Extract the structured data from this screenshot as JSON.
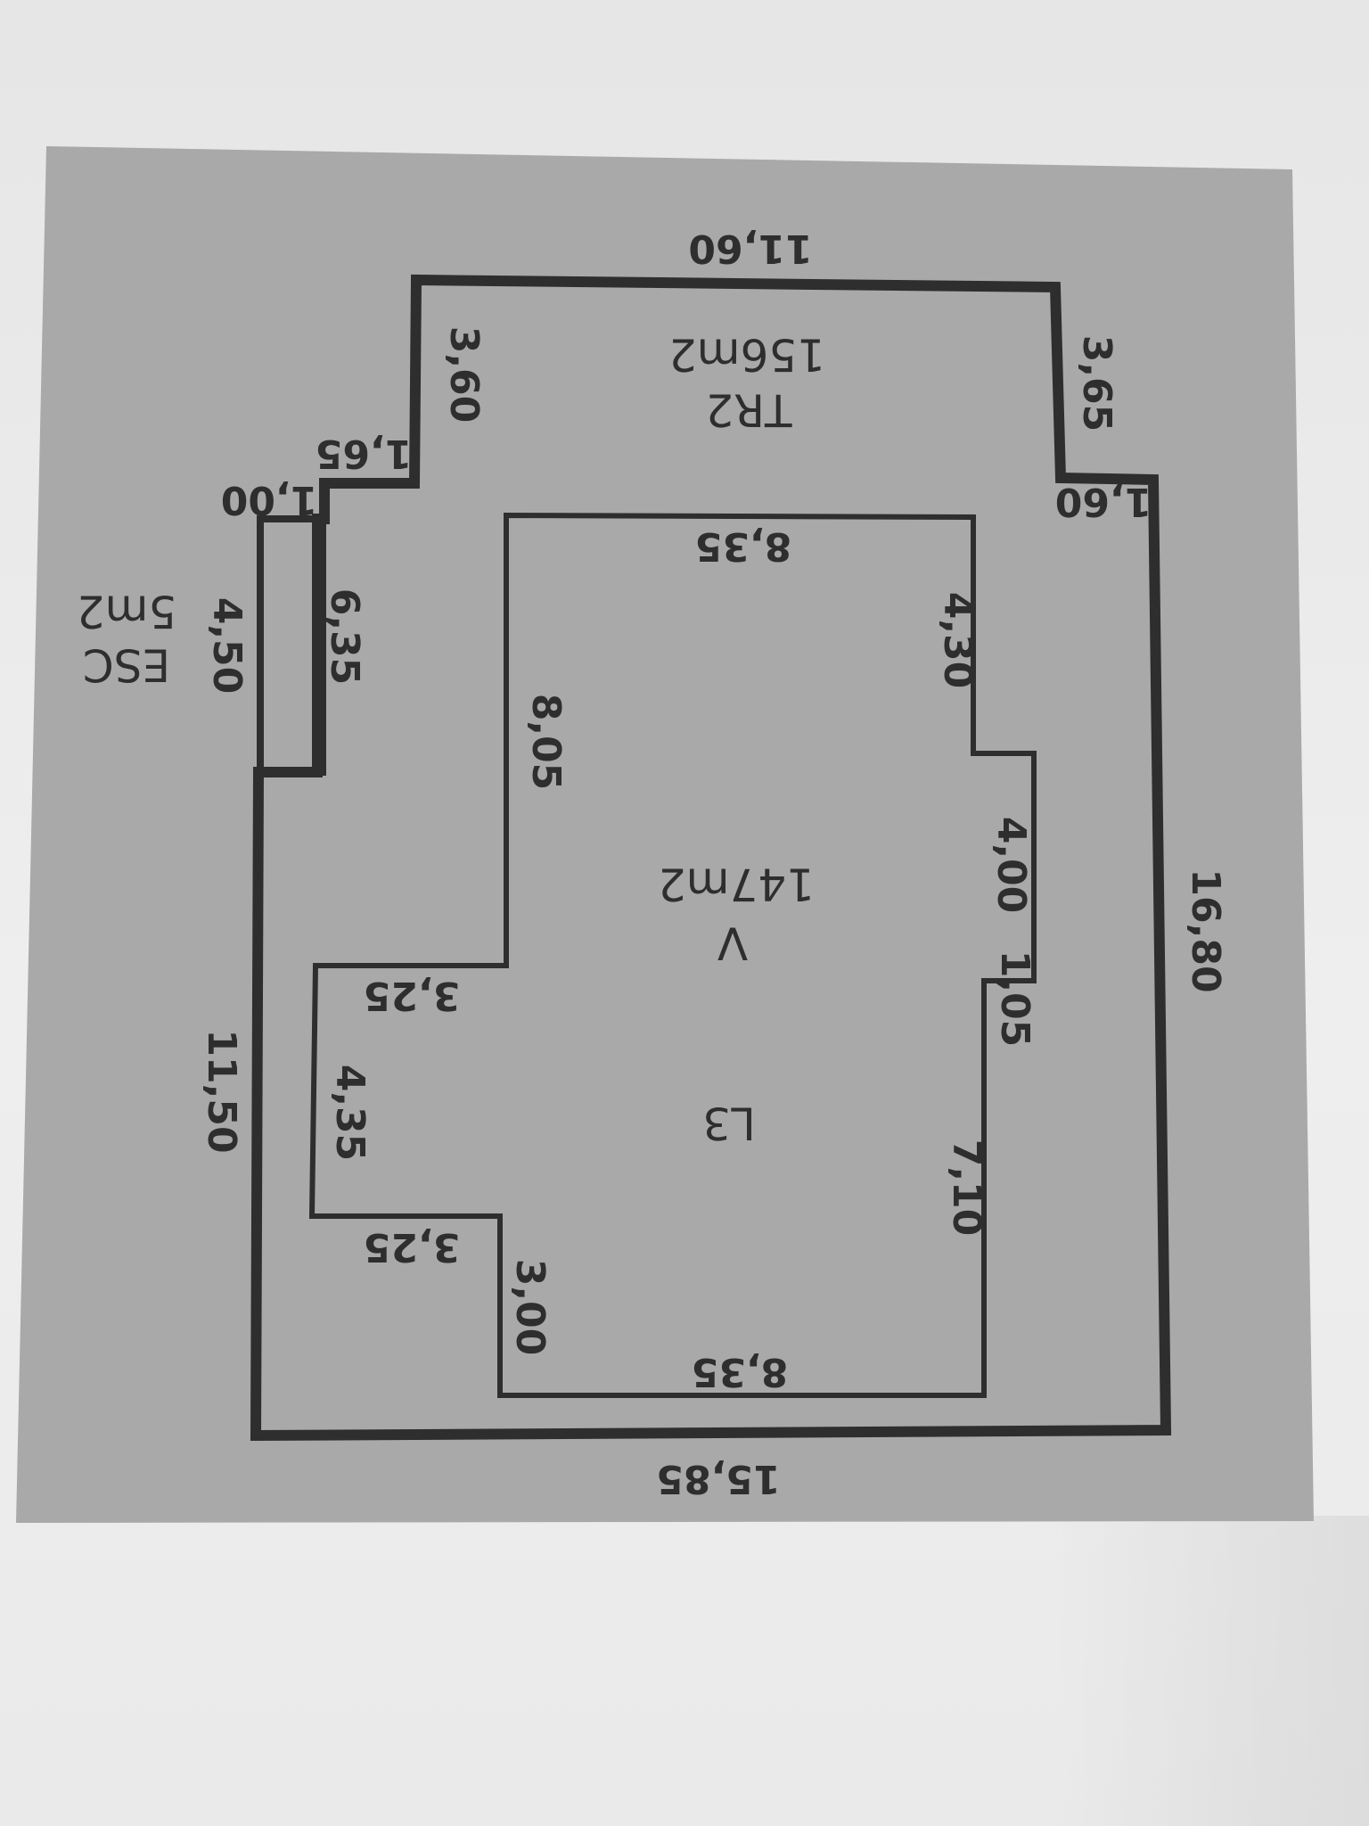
{
  "plan": {
    "colors": {
      "panel": "#a9a9a9",
      "ink": "#2e2e2e",
      "sheet": "#ececec"
    },
    "outer": {
      "top": "11,60",
      "right": "16,80",
      "bottom": "15,85",
      "left": "11,50",
      "top_right_side": "3,65",
      "top_right_step": "1,60",
      "top_left_side": "3,60",
      "top_left_step": "1,65",
      "stair_step": "1,00",
      "stair_side": "6,35"
    },
    "inner": {
      "top": "8,35",
      "right_upper": "4,30",
      "right_middle": "4,00",
      "right_step": "1,05",
      "right_lower": "7,10",
      "bottom": "8,35",
      "left_upper": "8,05",
      "notch_top": "3,25",
      "notch_side": "4,35",
      "notch_bottom": "3,25",
      "left_lower": "3,00"
    },
    "terrace": {
      "name": "TR2",
      "area": "156m2"
    },
    "void": {
      "name": "V",
      "area": "147m2"
    },
    "lot": {
      "name": "L3"
    },
    "stairs": {
      "width": "4,50",
      "name": "ESC",
      "area": "5m2"
    }
  }
}
